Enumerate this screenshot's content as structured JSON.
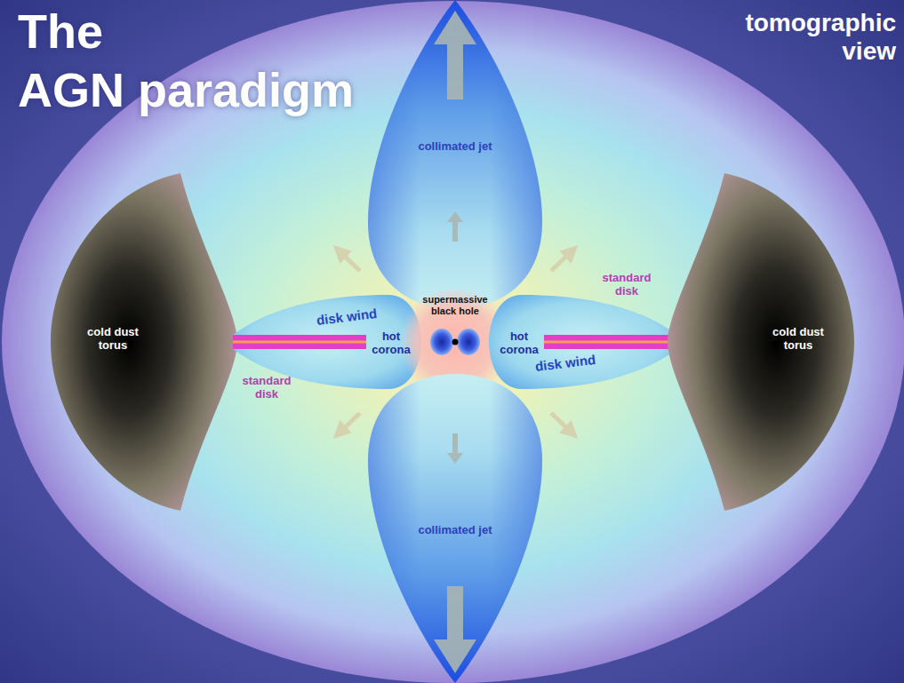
{
  "diagram": {
    "title": "The AGN paradigm",
    "nodes": [
      {
        "text": [
          "collimated jet"
        ]
      },
      {
        "text": [
          "cold dust torus"
        ]
      },
      {
        "text": [
          "disk wind"
        ]
      },
      {
        "text": [
          "supermassive black hole"
        ]
      },
      {
        "text": [
          "disk wind"
        ]
      },
      {
        "text": [
          "cold dust torus"
        ]
      },
      {
        "text": [
          "collimated jet"
        ]
      }
    ],
    "labels": [
      "tomographic view",
      "hot corona",
      "hot corona",
      "standard disk",
      "standard disk"
    ]
  }
}
